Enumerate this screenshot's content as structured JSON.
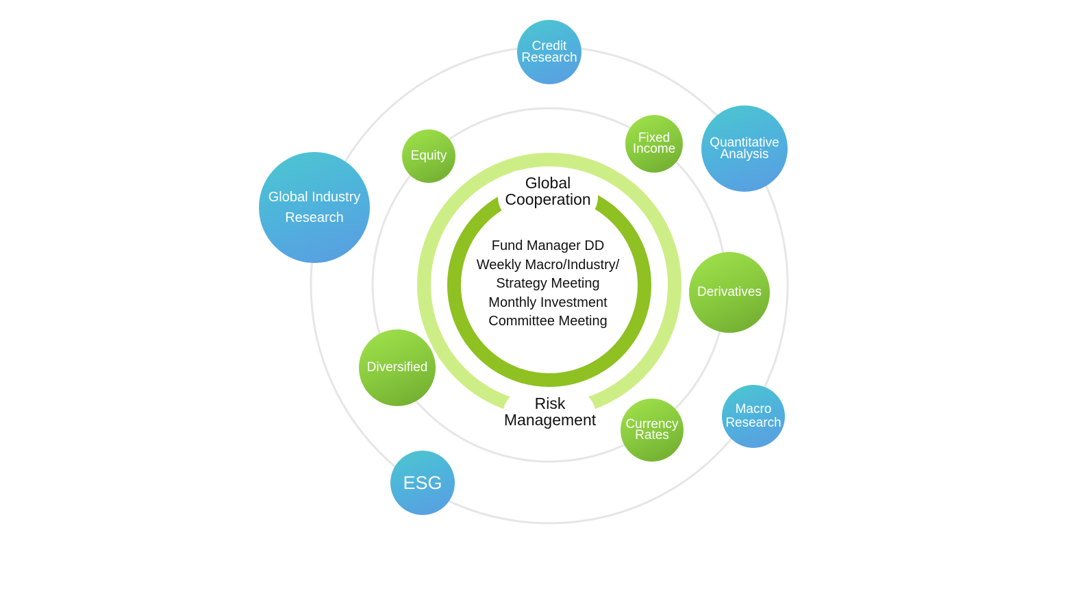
{
  "colors": {
    "outer_ring": "#e6e6e6",
    "light_green_ring": "#cdee86",
    "dark_green_ring": "#8ec121",
    "blue_bubble": "#4fb2dc",
    "green_bubble": "#86c73d"
  },
  "center": {
    "lines": [
      "Fund Manager DD",
      "Weekly Macro/Industry/",
      "Strategy Meeting",
      "Monthly Investment",
      "Committee Meeting"
    ]
  },
  "ring_labels": {
    "top": "Global\nCooperation",
    "bottom": "Risk\nManagement"
  },
  "outer_nodes": [
    {
      "id": "credit-research",
      "label": "Credit\nResearch"
    },
    {
      "id": "quantitative-analysis",
      "label": "Quantitative\nAnalysis"
    },
    {
      "id": "global-industry-research",
      "label": "Global Industry\nResearch"
    },
    {
      "id": "macro-research",
      "label": "Macro\nResearch"
    },
    {
      "id": "esg",
      "label": "ESG"
    }
  ],
  "inner_nodes": [
    {
      "id": "equity",
      "label": "Equity"
    },
    {
      "id": "fixed-income",
      "label": "Fixed\nIncome"
    },
    {
      "id": "derivatives",
      "label": "Derivatives"
    },
    {
      "id": "diversified",
      "label": "Diversified"
    },
    {
      "id": "currency-rates",
      "label": "Currency\nRates"
    }
  ]
}
